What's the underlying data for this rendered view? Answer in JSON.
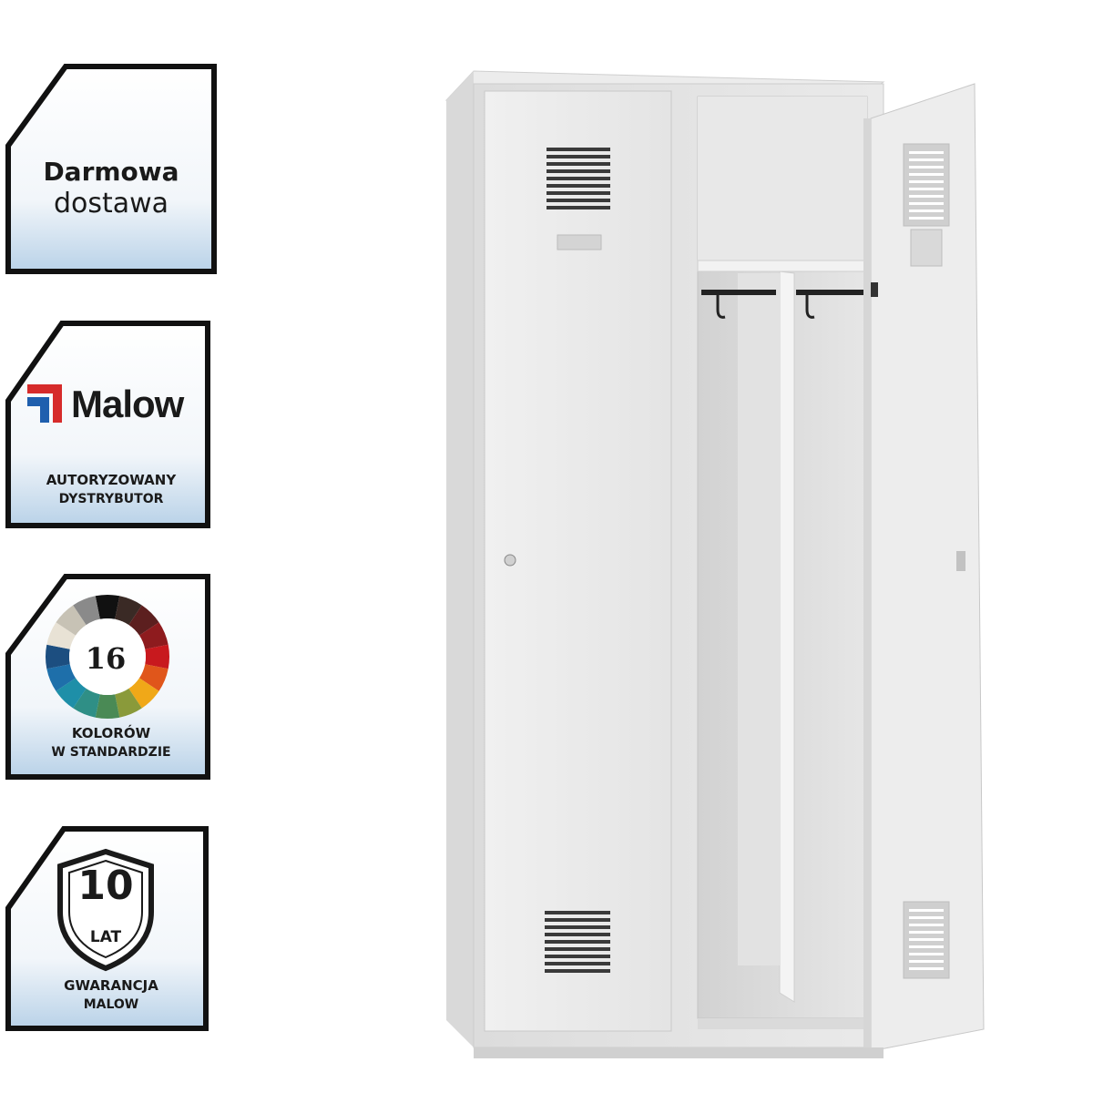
{
  "badges": {
    "delivery": {
      "line1": "Darmowa",
      "line2": "dostawa"
    },
    "distributor": {
      "brand": "Malow",
      "line1": "AUTORYZOWANY",
      "line2": "DYSTRYBUTOR"
    },
    "colors": {
      "count": "16",
      "line1": "KOLORÓW",
      "line2": "W STANDARDZIE"
    },
    "warranty": {
      "years": "10",
      "unit": "LAT",
      "line1": "GWARANCJA",
      "line2": "MALOW"
    }
  },
  "colors": {
    "brand_red": "#d62b2b",
    "brand_blue": "#1f5fae",
    "locker_body": "#e6e6e6",
    "wheel": [
      "#111111",
      "#3a2a25",
      "#5c1f1f",
      "#8e1b1e",
      "#c8191e",
      "#e0561b",
      "#f0a818",
      "#8a9a3a",
      "#4a8a55",
      "#2f8f86",
      "#1e8fa8",
      "#1e6faa",
      "#1c4e80",
      "#e8e2d5",
      "#c7c2b5",
      "#8a8a8a"
    ]
  },
  "icons": [
    "malow-logo-icon",
    "color-wheel-icon",
    "shield-icon",
    "locker-image"
  ]
}
